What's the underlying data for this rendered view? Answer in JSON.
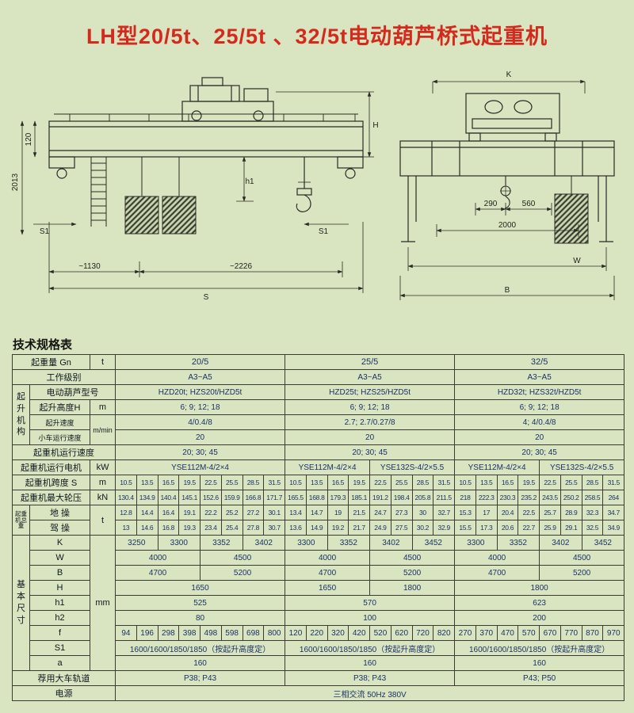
{
  "title": "LH型20/5t、25/5t 、32/5t电动葫芦桥式起重机",
  "section_heading": "技术规格表",
  "drawings": {
    "side": {
      "d1130": "~1130",
      "d2226": "~2226",
      "span": "S",
      "s1l": "S1",
      "s1r": "S1",
      "h1": "h1",
      "h": "H",
      "v120": "120",
      "v2013": "2013"
    },
    "end": {
      "k": "K",
      "d290": "290",
      "d560": "560",
      "d2000": "2000",
      "w": "W",
      "b": "B"
    }
  },
  "table": {
    "rows": [
      {
        "cells": [
          {
            "t": "起重量 Gn",
            "cs": 2,
            "k": "lab"
          },
          {
            "t": "t",
            "k": "lab"
          },
          {
            "t": "20/5",
            "cs": 8,
            "k": "hd"
          },
          {
            "t": "25/5",
            "cs": 8,
            "k": "hd"
          },
          {
            "t": "32/5",
            "cs": 8,
            "k": "hd"
          }
        ]
      },
      {
        "cells": [
          {
            "t": "工作级别",
            "cs": 3,
            "k": "lab"
          },
          {
            "t": "A3~A5",
            "cs": 8,
            "k": "val"
          },
          {
            "t": "A3~A5",
            "cs": 8,
            "k": "val"
          },
          {
            "t": "A3~A5",
            "cs": 8,
            "k": "val"
          }
        ]
      },
      {
        "cells": [
          {
            "t": "起升机构",
            "rs": 4,
            "k": "vlab"
          },
          {
            "t": "电动葫芦型号",
            "cs": 2,
            "k": "lab"
          },
          {
            "t": "HZD20t; HZS20t/HZD5t",
            "cs": 8,
            "k": "val"
          },
          {
            "t": "HZD25t; HZS25/HZD5t",
            "cs": 8,
            "k": "val"
          },
          {
            "t": "HZD32t; HZS32t/HZD5t",
            "cs": 8,
            "k": "val"
          }
        ]
      },
      {
        "cells": [
          {
            "t": "起升高度H",
            "k": "lab"
          },
          {
            "t": "m",
            "k": "lab"
          },
          {
            "t": "6; 9; 12; 18",
            "cs": 8,
            "k": "val"
          },
          {
            "t": "6; 9; 12; 18",
            "cs": 8,
            "k": "val"
          },
          {
            "t": "6; 9; 12; 18",
            "cs": 8,
            "k": "val"
          }
        ]
      },
      {
        "cells": [
          {
            "t": "起升速度",
            "k": "labs"
          },
          {
            "t": "m/min",
            "rs": 2,
            "k": "labs"
          },
          {
            "t": "4/0.4/8",
            "cs": 8,
            "k": "val"
          },
          {
            "t": "2.7; 2.7/0.27/8",
            "cs": 8,
            "k": "val"
          },
          {
            "t": "4; 4/0.4/8",
            "cs": 8,
            "k": "val"
          }
        ]
      },
      {
        "cells": [
          {
            "t": "小车运行速度",
            "k": "labs"
          },
          {
            "t": "20",
            "cs": 8,
            "k": "val"
          },
          {
            "t": "20",
            "cs": 8,
            "k": "val"
          },
          {
            "t": "20",
            "cs": 8,
            "k": "val"
          }
        ]
      },
      {
        "cells": [
          {
            "t": "起重机运行速度",
            "cs": 3,
            "k": "lab"
          },
          {
            "t": "20; 30; 45",
            "cs": 8,
            "k": "val"
          },
          {
            "t": "20; 30; 45",
            "cs": 8,
            "k": "val"
          },
          {
            "t": "20; 30; 45",
            "cs": 8,
            "k": "val"
          }
        ]
      },
      {
        "cells": [
          {
            "t": "起重机运行电机",
            "cs": 2,
            "k": "lab"
          },
          {
            "t": "kW",
            "k": "lab"
          },
          {
            "t": "YSE112M-4/2×4",
            "cs": 8,
            "k": "val"
          },
          {
            "t": "YSE112M-4/2×4",
            "cs": 4,
            "k": "val"
          },
          {
            "t": "YSE132S-4/2×5.5",
            "cs": 4,
            "k": "val"
          },
          {
            "t": "YSE112M-4/2×4",
            "cs": 4,
            "k": "val"
          },
          {
            "t": "YSE132S-4/2×5.5",
            "cs": 4,
            "k": "val"
          }
        ]
      },
      {
        "cells": [
          {
            "t": "起重机跨度 S",
            "cs": 2,
            "k": "lab"
          },
          {
            "t": "m",
            "k": "lab"
          },
          {
            "t": "10.5",
            "k": "d"
          },
          {
            "t": "13.5",
            "k": "d"
          },
          {
            "t": "16.5",
            "k": "d"
          },
          {
            "t": "19.5",
            "k": "d"
          },
          {
            "t": "22.5",
            "k": "d"
          },
          {
            "t": "25.5",
            "k": "d"
          },
          {
            "t": "28.5",
            "k": "d"
          },
          {
            "t": "31.5",
            "k": "d"
          },
          {
            "t": "10.5",
            "k": "d"
          },
          {
            "t": "13.5",
            "k": "d"
          },
          {
            "t": "16.5",
            "k": "d"
          },
          {
            "t": "19.5",
            "k": "d"
          },
          {
            "t": "22.5",
            "k": "d"
          },
          {
            "t": "25.5",
            "k": "d"
          },
          {
            "t": "28.5",
            "k": "d"
          },
          {
            "t": "31.5",
            "k": "d"
          },
          {
            "t": "10.5",
            "k": "d"
          },
          {
            "t": "13.5",
            "k": "d"
          },
          {
            "t": "16.5",
            "k": "d"
          },
          {
            "t": "19.5",
            "k": "d"
          },
          {
            "t": "22.5",
            "k": "d"
          },
          {
            "t": "25.5",
            "k": "d"
          },
          {
            "t": "28.5",
            "k": "d"
          },
          {
            "t": "31.5",
            "k": "d"
          }
        ]
      },
      {
        "cells": [
          {
            "t": "起重机最大轮压",
            "cs": 2,
            "k": "lab"
          },
          {
            "t": "kN",
            "k": "lab"
          },
          {
            "t": "130.4",
            "k": "d"
          },
          {
            "t": "134.9",
            "k": "d"
          },
          {
            "t": "140.4",
            "k": "d"
          },
          {
            "t": "145.1",
            "k": "d"
          },
          {
            "t": "152.6",
            "k": "d"
          },
          {
            "t": "159.9",
            "k": "d"
          },
          {
            "t": "166.8",
            "k": "d"
          },
          {
            "t": "171.7",
            "k": "d"
          },
          {
            "t": "165.5",
            "k": "d"
          },
          {
            "t": "168.8",
            "k": "d"
          },
          {
            "t": "179.3",
            "k": "d"
          },
          {
            "t": "185.1",
            "k": "d"
          },
          {
            "t": "191.2",
            "k": "d"
          },
          {
            "t": "198.4",
            "k": "d"
          },
          {
            "t": "205.8",
            "k": "d"
          },
          {
            "t": "211.5",
            "k": "d"
          },
          {
            "t": "218",
            "k": "d"
          },
          {
            "t": "222.3",
            "k": "d"
          },
          {
            "t": "230.3",
            "k": "d"
          },
          {
            "t": "235.2",
            "k": "d"
          },
          {
            "t": "243.5",
            "k": "d"
          },
          {
            "t": "250.2",
            "k": "d"
          },
          {
            "t": "258.5",
            "k": "d"
          },
          {
            "t": "264",
            "k": "d"
          }
        ]
      },
      {
        "cells": [
          {
            "t": "起重机总重",
            "rs": 2,
            "k": "vlabs"
          },
          {
            "t": "地 操",
            "k": "lab"
          },
          {
            "t": "t",
            "rs": 2,
            "k": "lab"
          },
          {
            "t": "12.8",
            "k": "d"
          },
          {
            "t": "14.4",
            "k": "d"
          },
          {
            "t": "16.4",
            "k": "d"
          },
          {
            "t": "19.1",
            "k": "d"
          },
          {
            "t": "22.2",
            "k": "d"
          },
          {
            "t": "25.2",
            "k": "d"
          },
          {
            "t": "27.2",
            "k": "d"
          },
          {
            "t": "30.1",
            "k": "d"
          },
          {
            "t": "13.4",
            "k": "d"
          },
          {
            "t": "14.7",
            "k": "d"
          },
          {
            "t": "19",
            "k": "d"
          },
          {
            "t": "21.5",
            "k": "d"
          },
          {
            "t": "24.7",
            "k": "d"
          },
          {
            "t": "27.3",
            "k": "d"
          },
          {
            "t": "30",
            "k": "d"
          },
          {
            "t": "32.7",
            "k": "d"
          },
          {
            "t": "15.3",
            "k": "d"
          },
          {
            "t": "17",
            "k": "d"
          },
          {
            "t": "20.4",
            "k": "d"
          },
          {
            "t": "22.5",
            "k": "d"
          },
          {
            "t": "25.7",
            "k": "d"
          },
          {
            "t": "28.9",
            "k": "d"
          },
          {
            "t": "32.3",
            "k": "d"
          },
          {
            "t": "34.7",
            "k": "d"
          }
        ]
      },
      {
        "cells": [
          {
            "t": "驾 操",
            "k": "lab"
          },
          {
            "t": "13",
            "k": "d"
          },
          {
            "t": "14.6",
            "k": "d"
          },
          {
            "t": "16.8",
            "k": "d"
          },
          {
            "t": "19.3",
            "k": "d"
          },
          {
            "t": "23.4",
            "k": "d"
          },
          {
            "t": "25.4",
            "k": "d"
          },
          {
            "t": "27.8",
            "k": "d"
          },
          {
            "t": "30.7",
            "k": "d"
          },
          {
            "t": "13.6",
            "k": "d"
          },
          {
            "t": "14.9",
            "k": "d"
          },
          {
            "t": "19.2",
            "k": "d"
          },
          {
            "t": "21.7",
            "k": "d"
          },
          {
            "t": "24.9",
            "k": "d"
          },
          {
            "t": "27.5",
            "k": "d"
          },
          {
            "t": "30.2",
            "k": "d"
          },
          {
            "t": "32.9",
            "k": "d"
          },
          {
            "t": "15.5",
            "k": "d"
          },
          {
            "t": "17.3",
            "k": "d"
          },
          {
            "t": "20.6",
            "k": "d"
          },
          {
            "t": "22.7",
            "k": "d"
          },
          {
            "t": "25.9",
            "k": "d"
          },
          {
            "t": "29.1",
            "k": "d"
          },
          {
            "t": "32.5",
            "k": "d"
          },
          {
            "t": "34.9",
            "k": "d"
          }
        ]
      },
      {
        "cells": [
          {
            "t": "基本尺寸",
            "rs": 9,
            "k": "vlab"
          },
          {
            "t": "K",
            "k": "lab"
          },
          {
            "t": "mm",
            "rs": 9,
            "k": "lab"
          },
          {
            "t": "3250",
            "cs": 2,
            "k": "val"
          },
          {
            "t": "3300",
            "cs": 2,
            "k": "val"
          },
          {
            "t": "3352",
            "cs": 2,
            "k": "val"
          },
          {
            "t": "3402",
            "cs": 2,
            "k": "val"
          },
          {
            "t": "3300",
            "cs": 2,
            "k": "val"
          },
          {
            "t": "3352",
            "cs": 2,
            "k": "val"
          },
          {
            "t": "3402",
            "cs": 2,
            "k": "val"
          },
          {
            "t": "3452",
            "cs": 2,
            "k": "val"
          },
          {
            "t": "3300",
            "cs": 2,
            "k": "val"
          },
          {
            "t": "3352",
            "cs": 2,
            "k": "val"
          },
          {
            "t": "3402",
            "cs": 2,
            "k": "val"
          },
          {
            "t": "3452",
            "cs": 2,
            "k": "val"
          }
        ]
      },
      {
        "cells": [
          {
            "t": "W",
            "k": "lab"
          },
          {
            "t": "4000",
            "cs": 4,
            "k": "val"
          },
          {
            "t": "4500",
            "cs": 4,
            "k": "val"
          },
          {
            "t": "4000",
            "cs": 4,
            "k": "val"
          },
          {
            "t": "4500",
            "cs": 4,
            "k": "val"
          },
          {
            "t": "4000",
            "cs": 4,
            "k": "val"
          },
          {
            "t": "4500",
            "cs": 4,
            "k": "val"
          }
        ]
      },
      {
        "cells": [
          {
            "t": "B",
            "k": "lab"
          },
          {
            "t": "4700",
            "cs": 4,
            "k": "val"
          },
          {
            "t": "5200",
            "cs": 4,
            "k": "val"
          },
          {
            "t": "4700",
            "cs": 4,
            "k": "val"
          },
          {
            "t": "5200",
            "cs": 4,
            "k": "val"
          },
          {
            "t": "4700",
            "cs": 4,
            "k": "val"
          },
          {
            "t": "5200",
            "cs": 4,
            "k": "val"
          }
        ]
      },
      {
        "cells": [
          {
            "t": "H",
            "k": "lab"
          },
          {
            "t": "1650",
            "cs": 8,
            "k": "val"
          },
          {
            "t": "1650",
            "cs": 4,
            "k": "val"
          },
          {
            "t": "1800",
            "cs": 4,
            "k": "val"
          },
          {
            "t": "1800",
            "cs": 8,
            "k": "val"
          }
        ]
      },
      {
        "cells": [
          {
            "t": "h1",
            "k": "lab"
          },
          {
            "t": "525",
            "cs": 8,
            "k": "val"
          },
          {
            "t": "570",
            "cs": 8,
            "k": "val"
          },
          {
            "t": "623",
            "cs": 8,
            "k": "val"
          }
        ]
      },
      {
        "cells": [
          {
            "t": "h2",
            "k": "lab"
          },
          {
            "t": "80",
            "cs": 8,
            "k": "val"
          },
          {
            "t": "100",
            "cs": 8,
            "k": "val"
          },
          {
            "t": "200",
            "cs": 8,
            "k": "val"
          }
        ]
      },
      {
        "cells": [
          {
            "t": "f",
            "k": "lab"
          },
          {
            "t": "94",
            "k": "val"
          },
          {
            "t": "196",
            "k": "val"
          },
          {
            "t": "298",
            "k": "val"
          },
          {
            "t": "398",
            "k": "val"
          },
          {
            "t": "498",
            "k": "val"
          },
          {
            "t": "598",
            "k": "val"
          },
          {
            "t": "698",
            "k": "val"
          },
          {
            "t": "800",
            "k": "val"
          },
          {
            "t": "120",
            "k": "val"
          },
          {
            "t": "220",
            "k": "val"
          },
          {
            "t": "320",
            "k": "val"
          },
          {
            "t": "420",
            "k": "val"
          },
          {
            "t": "520",
            "k": "val"
          },
          {
            "t": "620",
            "k": "val"
          },
          {
            "t": "720",
            "k": "val"
          },
          {
            "t": "820",
            "k": "val"
          },
          {
            "t": "270",
            "k": "val"
          },
          {
            "t": "370",
            "k": "val"
          },
          {
            "t": "470",
            "k": "val"
          },
          {
            "t": "570",
            "k": "val"
          },
          {
            "t": "670",
            "k": "val"
          },
          {
            "t": "770",
            "k": "val"
          },
          {
            "t": "870",
            "k": "val"
          },
          {
            "t": "970",
            "k": "val"
          }
        ]
      },
      {
        "cells": [
          {
            "t": "S1",
            "k": "lab"
          },
          {
            "t": "1600/1600/1850/1850（按起升高度定）",
            "cs": 8,
            "k": "val"
          },
          {
            "t": "1600/1600/1850/1850（按起升高度定）",
            "cs": 8,
            "k": "val"
          },
          {
            "t": "1600/1600/1850/1850（按起升高度定）",
            "cs": 8,
            "k": "val"
          }
        ]
      },
      {
        "cells": [
          {
            "t": "a",
            "k": "lab"
          },
          {
            "t": "160",
            "cs": 8,
            "k": "val"
          },
          {
            "t": "160",
            "cs": 8,
            "k": "val"
          },
          {
            "t": "160",
            "cs": 8,
            "k": "val"
          }
        ]
      },
      {
        "cells": [
          {
            "t": "荐用大车轨道",
            "cs": 3,
            "k": "lab"
          },
          {
            "t": "P38; P43",
            "cs": 8,
            "k": "val"
          },
          {
            "t": "P38; P43",
            "cs": 8,
            "k": "val"
          },
          {
            "t": "P43; P50",
            "cs": 8,
            "k": "val"
          }
        ]
      },
      {
        "cells": [
          {
            "t": "电源",
            "cs": 3,
            "k": "lab"
          },
          {
            "t": "三相交流  50Hz  380V",
            "cs": 24,
            "k": "val"
          }
        ]
      }
    ]
  }
}
